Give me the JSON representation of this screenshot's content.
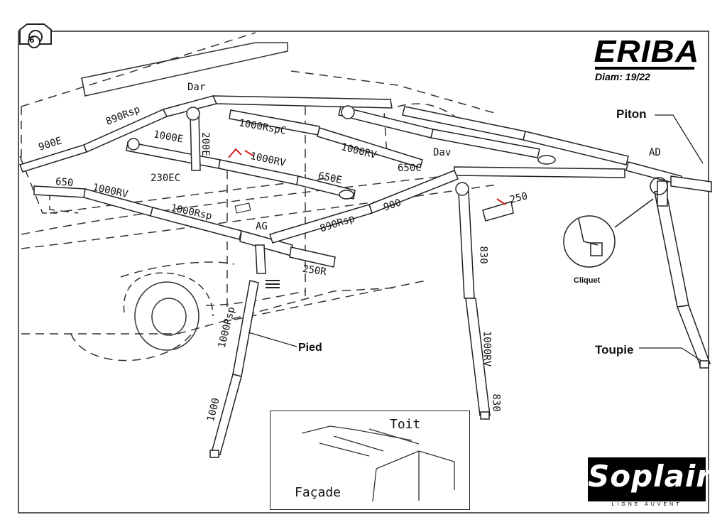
{
  "header": {
    "brand": "ERIBA",
    "diameter": "Diam: 19/22"
  },
  "callouts": {
    "piton": "Piton",
    "cliquet": "Cliquet",
    "toupie": "Toupie",
    "pied": "Pied"
  },
  "inset": {
    "roof": "Toit",
    "facade": "Façade"
  },
  "logo": {
    "name": "Soplair",
    "tagline": "LIGNE AUVENT"
  },
  "badge": {
    "count": "6"
  },
  "parts": {
    "dar": "Dar",
    "p890rsp_top": "890Rsp",
    "p900e": "900E",
    "p1000e": "1000E",
    "p200e": "200E",
    "p1000rspc": "1000RspC",
    "p1000rv_mid": "1000RV",
    "p1000rv_right": "1000RV",
    "p230ec": "230EC",
    "p650e": "650E",
    "p650c": "650C",
    "dav": "Dav",
    "ad": "AD",
    "p650": "650",
    "p1000rv_left": "1000RV",
    "p1000rsp_low": "1000Rsp",
    "ag": "AG",
    "p890rsp_low": "890Rsp",
    "p900": "900",
    "p250": "250",
    "p250r": "250R",
    "p830_top": "830",
    "p1000rv_leg": "1000RV",
    "p830_bottom": "830",
    "p1000rsp_leg": "1000Rsp",
    "p1000_leg": "1000"
  },
  "colors": {
    "line": "#222222",
    "bg": "#ffffff",
    "accent_red": "#d42020"
  }
}
